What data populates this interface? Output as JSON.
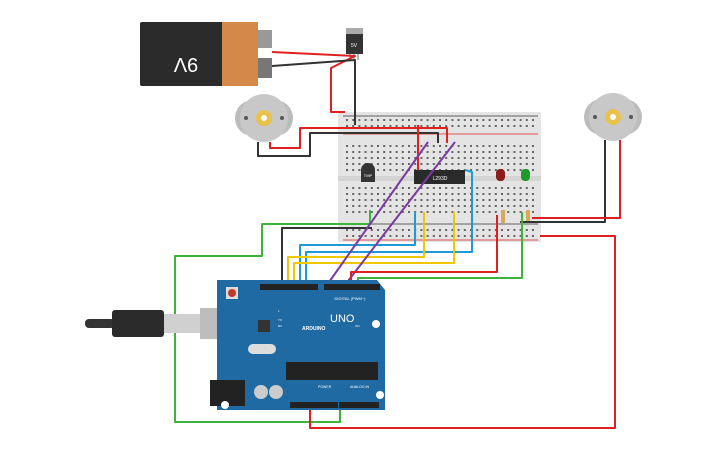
{
  "battery": {
    "label": "9V"
  },
  "regulator": {
    "label": "5V"
  },
  "sensor": {
    "label": "TMP"
  },
  "driver": {
    "label": "L293D"
  },
  "arduino": {
    "model": "UNO",
    "brand": "ARDUINO",
    "digital_label": "DIGITAL (PWM~)",
    "power_label": "POWER",
    "analog_label": "ANALOG IN",
    "on_label": "ON",
    "l_label": "L",
    "tx_label": "TX",
    "rx_label": "RX"
  },
  "colors": {
    "arduino": "#1f6aa3",
    "breadboard": "#e4e4e4",
    "wire_red": "#e02020",
    "wire_black": "#333333",
    "wire_green": "#3cb43c",
    "wire_blue": "#1e9ad6",
    "wire_yellow": "#f0c800",
    "wire_purple": "#7a3aa0"
  }
}
